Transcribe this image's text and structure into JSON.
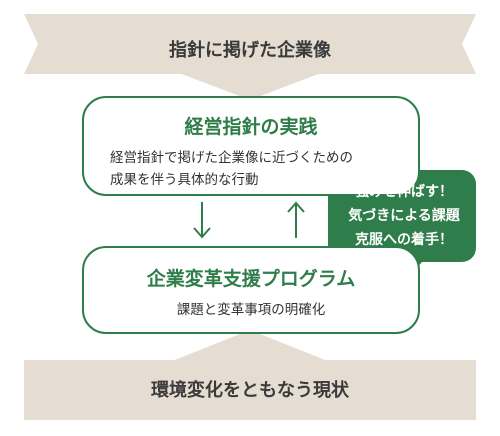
{
  "top_banner": {
    "text": "指針に掲げた企業像"
  },
  "practice_box": {
    "title": "経営指針の実践",
    "line1": "経営指針で掲げた企業像に近づくための",
    "line2": "成果を伴う具体的な行動"
  },
  "program_box": {
    "title": "企業変革支援プログラム",
    "subtitle": "課題と変革事項の明確化"
  },
  "bubble": {
    "line1": "強みを伸ばす！",
    "line2": "気づきによる課題",
    "line3": "克服への着手！"
  },
  "bottom_banner": {
    "text": "環境変化をともなう現状"
  },
  "colors": {
    "accent_green": "#2f7d4a",
    "banner_tan": "#e5ddd1",
    "text": "#333333"
  },
  "arrows": {
    "left": "arrow-down",
    "right": "arrow-up"
  }
}
